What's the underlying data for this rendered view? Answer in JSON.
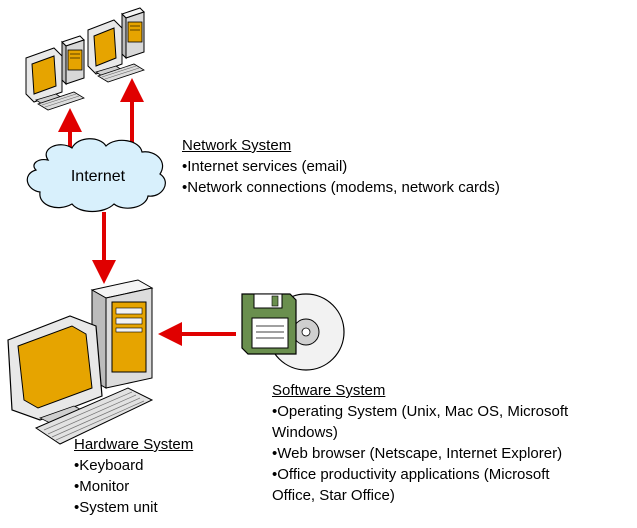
{
  "internet_label": "Internet",
  "network": {
    "heading": "Network System",
    "items": [
      "•Internet services (email)",
      "•Network connections (modems, network cards)"
    ]
  },
  "software": {
    "heading": "Software System",
    "items": [
      "•Operating System (Unix, Mac OS, Microsoft",
      " Windows)",
      "•Web browser (Netscape, Internet Explorer)",
      "•Office productivity applications (Microsoft",
      "Office, Star Office)"
    ]
  },
  "hardware": {
    "heading": "Hardware System",
    "items": [
      "•Keyboard",
      "•Monitor",
      "•System unit"
    ]
  },
  "colors": {
    "arrow": "#e00000",
    "cloud": "#d8f0fc",
    "screen": "#e6a400",
    "case": "#e8e8e8",
    "disk": "#6a8f4e"
  },
  "icons": [
    "client-computer-icon",
    "server-computer-icon",
    "internet-cloud-icon",
    "desktop-computer-icon",
    "floppy-disk-icon",
    "cd-icon"
  ]
}
